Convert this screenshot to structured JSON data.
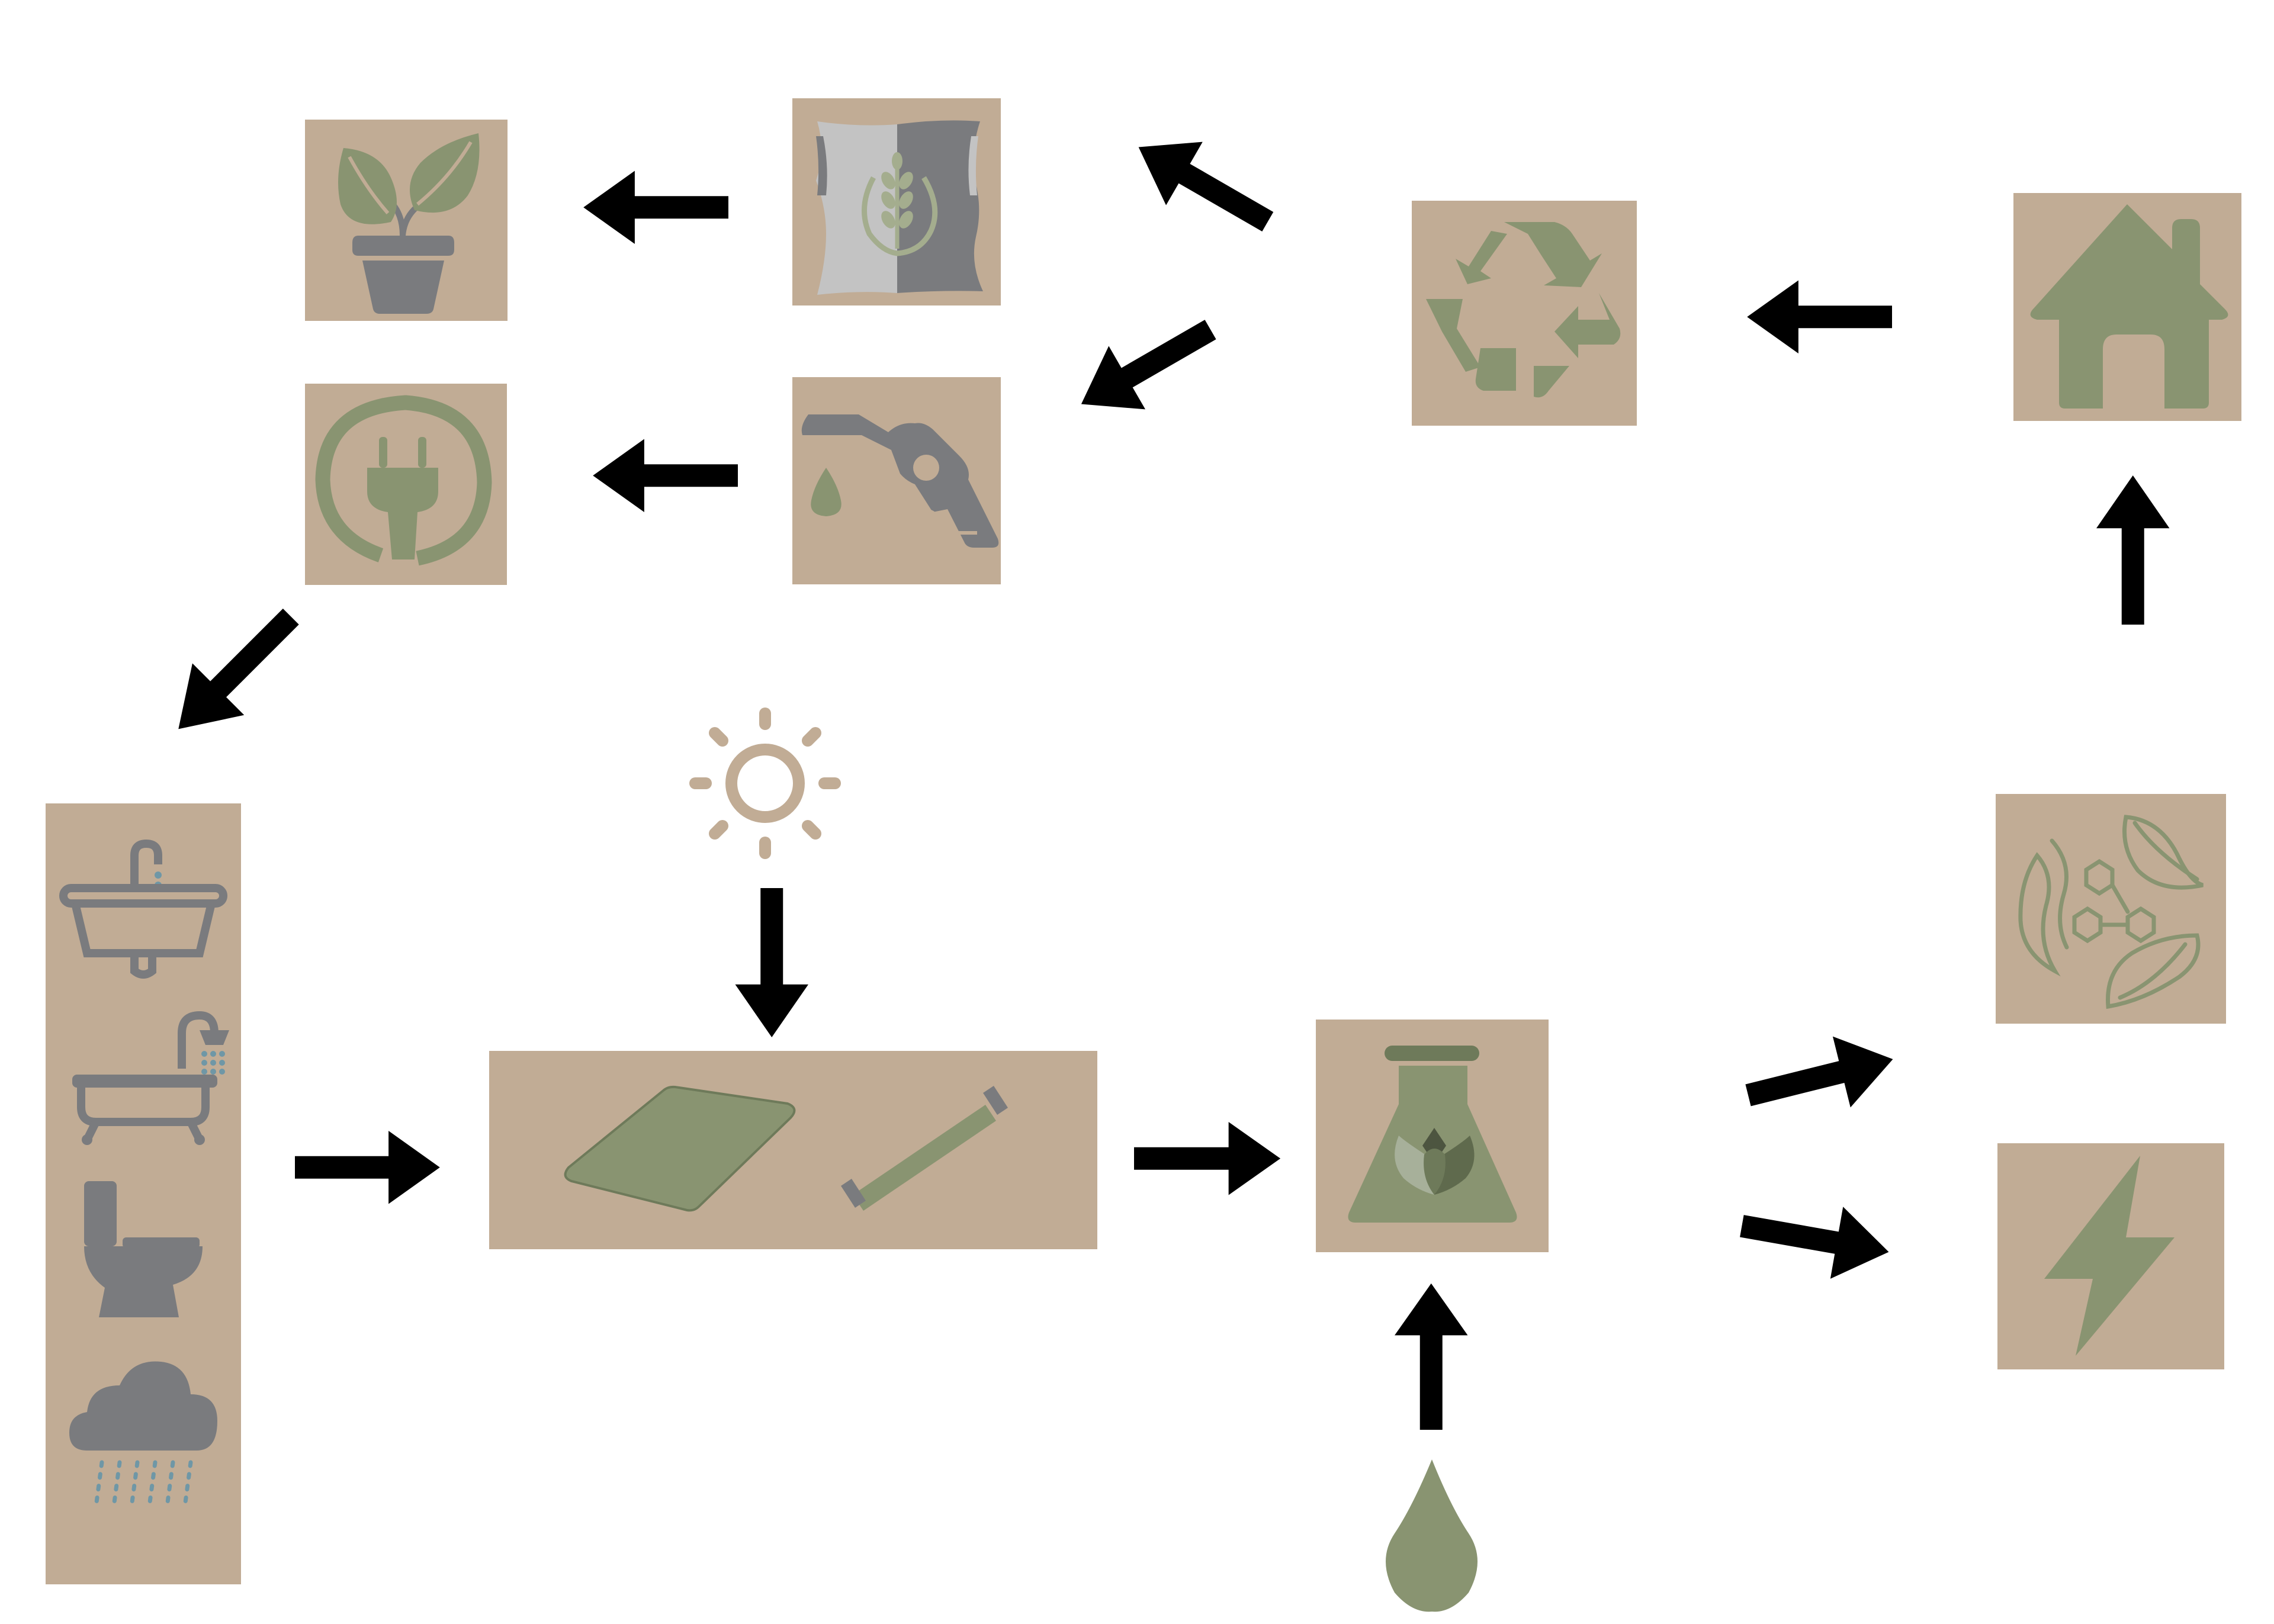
{
  "colors": {
    "background": "#ffffff",
    "box": "#c1ac95",
    "green": "#899471",
    "dark_green": "#6e7a5a",
    "light_green": "#a4ad8e",
    "gray": "#7a7b7e",
    "light_gray": "#c3c3c3",
    "water_blue": "#6f97a6",
    "arrow": "#000000",
    "sun": "#c1ac95"
  },
  "nodes": [
    {
      "id": "household-sources",
      "icons": [
        "sink-icon",
        "bathtub-icon",
        "toilet-icon",
        "rain-cloud-icon"
      ]
    },
    {
      "id": "algae-panels",
      "icons": [
        "flat-panel-icon",
        "tube-photobioreactor-icon"
      ]
    },
    {
      "id": "sunlight",
      "icons": [
        "sun-icon"
      ]
    },
    {
      "id": "nutrients",
      "icons": [
        "water-drop-icon"
      ]
    },
    {
      "id": "biorefinery",
      "icons": [
        "flask-with-leaves-icon"
      ]
    },
    {
      "id": "biochemicals",
      "icons": [
        "leaves-molecule-icon"
      ]
    },
    {
      "id": "electricity",
      "icons": [
        "lightning-bolt-icon"
      ]
    },
    {
      "id": "building",
      "icons": [
        "house-icon"
      ]
    },
    {
      "id": "recycling",
      "icons": [
        "recycle-icon"
      ]
    },
    {
      "id": "food",
      "icons": [
        "grain-bag-icon"
      ]
    },
    {
      "id": "biofuel",
      "icons": [
        "fuel-pump-nozzle-icon"
      ]
    },
    {
      "id": "fertilizer",
      "icons": [
        "potted-plant-icon"
      ]
    },
    {
      "id": "bioelectricity",
      "icons": [
        "power-plug-icon"
      ]
    }
  ],
  "edges": [
    {
      "from": "household-sources",
      "to": "algae-panels"
    },
    {
      "from": "sunlight",
      "to": "algae-panels"
    },
    {
      "from": "algae-panels",
      "to": "biorefinery"
    },
    {
      "from": "nutrients",
      "to": "biorefinery"
    },
    {
      "from": "biorefinery",
      "to": "biochemicals"
    },
    {
      "from": "biorefinery",
      "to": "electricity"
    },
    {
      "from": "biochemicals",
      "to": "building"
    },
    {
      "from": "building",
      "to": "recycling"
    },
    {
      "from": "recycling",
      "to": "food"
    },
    {
      "from": "recycling",
      "to": "biofuel"
    },
    {
      "from": "food",
      "to": "fertilizer"
    },
    {
      "from": "biofuel",
      "to": "bioelectricity"
    },
    {
      "from": "bioelectricity",
      "to": "household-sources"
    }
  ]
}
